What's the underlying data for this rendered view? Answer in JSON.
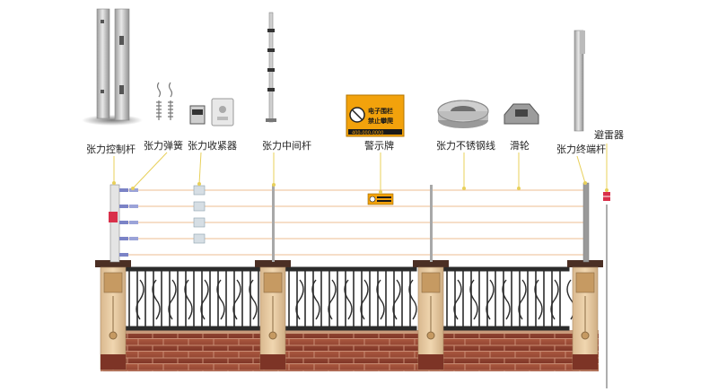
{
  "labels": {
    "control_pole": "张力控制杆",
    "spring": "张力弹簧",
    "tensioner": "张力收紧器",
    "middle_pole": "张力中间杆",
    "sign": "警示牌",
    "wire": "张力不锈钢线",
    "pulley": "滑轮",
    "end_pole": "张力终端杆",
    "lightning_arrester": "避雷器"
  },
  "sign_text": {
    "line1": "电子围栏",
    "line2": "禁止攀爬",
    "phone": "400-000-0000"
  },
  "colors": {
    "sign_orange": "#f2a20c",
    "wire_color": "#f0c9a8",
    "pillar_beige": "#e6c9a0",
    "brick_red": "#8a3a2c",
    "fence_dark": "#2b2b2b",
    "pole_grey": "#b8b8b8"
  },
  "icons": [
    "no-climbing-icon",
    "lightning-arrester-icon"
  ]
}
